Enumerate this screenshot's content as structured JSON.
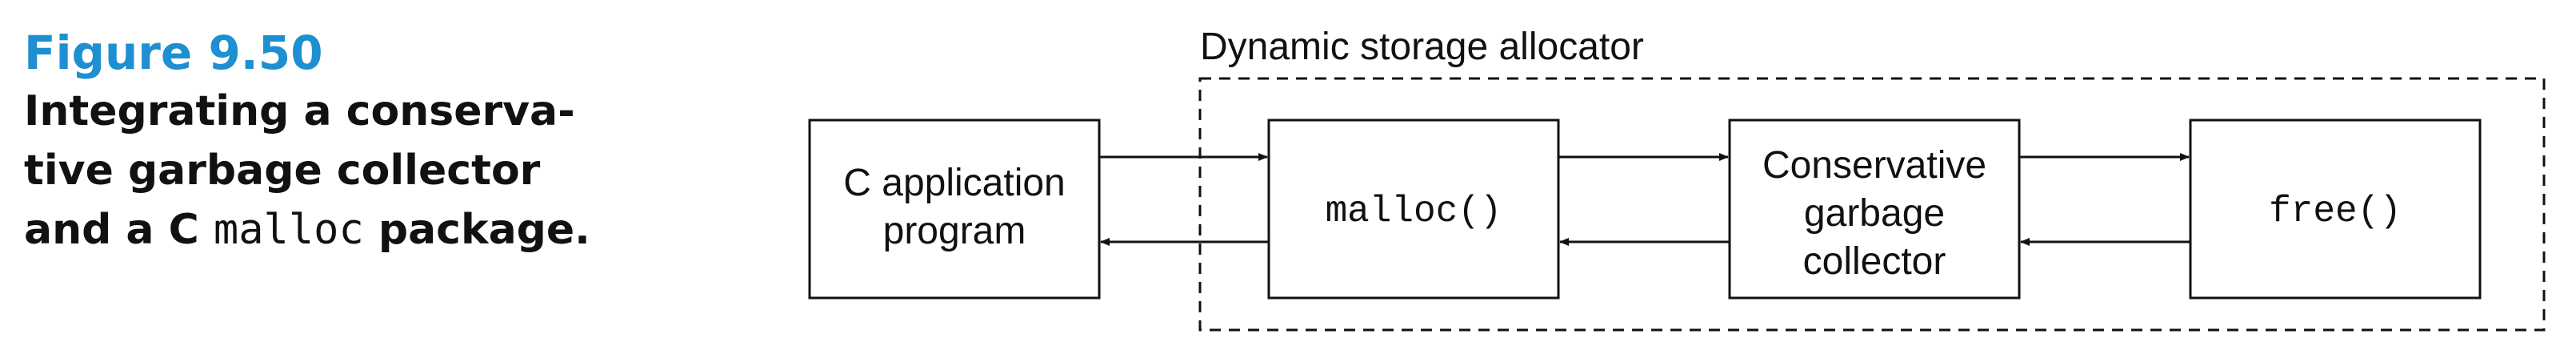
{
  "caption": {
    "figure_number": "Figure 9.50",
    "title_line1": "Integrating a conserva-",
    "title_line2": "tive garbage collector",
    "title_line3_prefix": "and a C",
    "title_line3_code": "malloc",
    "title_line3_suffix": "package."
  },
  "diagram": {
    "region_label": "Dynamic storage allocator",
    "boxes": {
      "app": {
        "line1": "C application",
        "line2": "program"
      },
      "malloc": {
        "label": "malloc()"
      },
      "gc": {
        "line1": "Conservative",
        "line2": "garbage",
        "line3": "collector"
      },
      "free": {
        "label": "free()"
      }
    }
  },
  "colors": {
    "accent": "#1e8fd0",
    "text": "#111111",
    "stroke": "#111111"
  }
}
